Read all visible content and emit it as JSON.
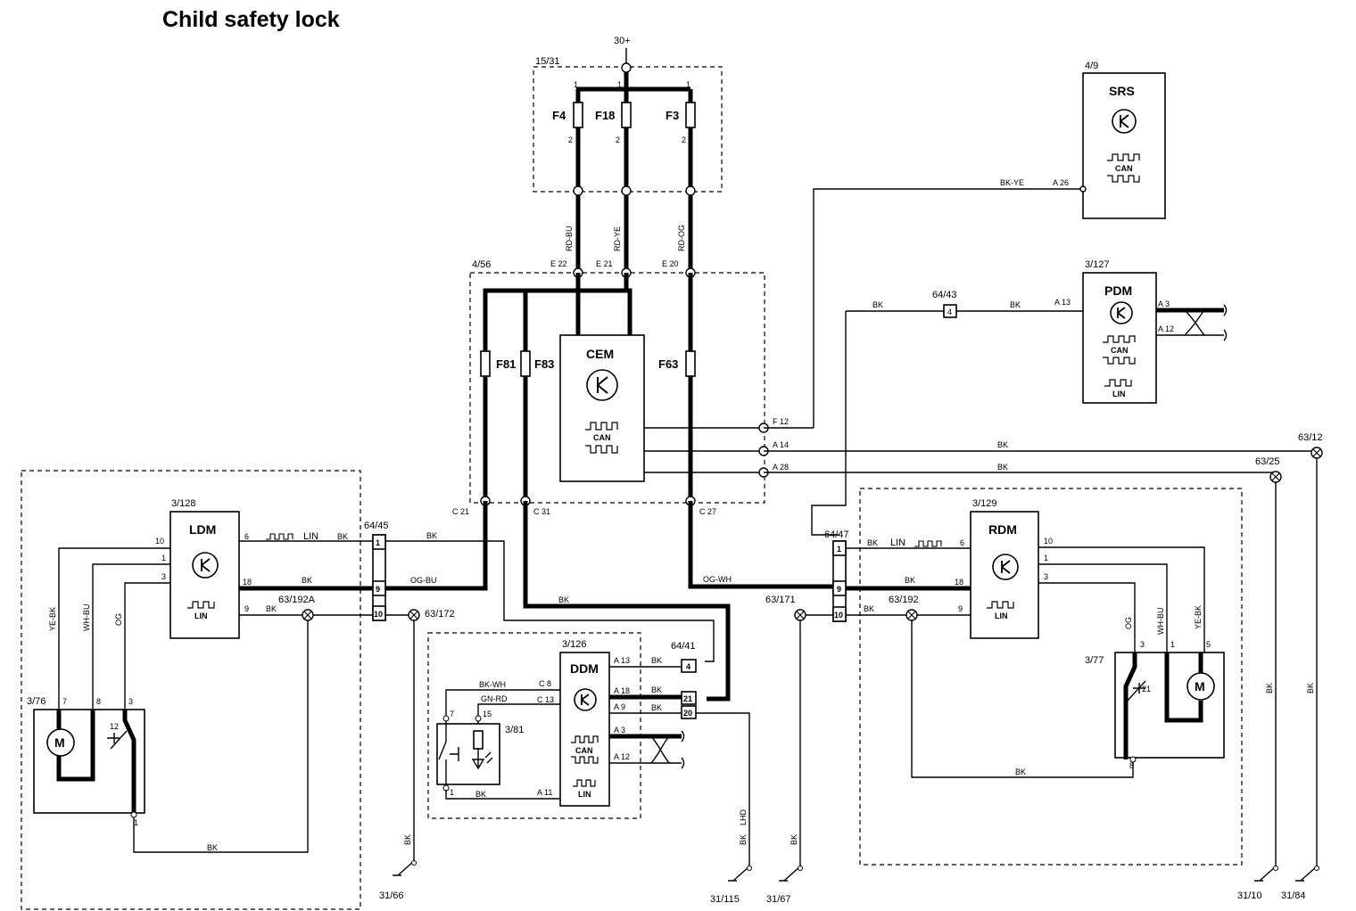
{
  "title": "Child safety lock",
  "supply": "30+",
  "fusebox": {
    "id": "15/31",
    "fuses": [
      "F4",
      "F18",
      "F3"
    ],
    "pin_top": "1",
    "pin_bottom": "2"
  },
  "wires_top": [
    "RD-BU",
    "RD-YE",
    "RD-OG"
  ],
  "cem_box": {
    "id": "4/56",
    "name": "CEM",
    "can": "CAN",
    "pins": [
      "E 22",
      "E 21",
      "E 20",
      "F 12",
      "A 14",
      "A 28",
      "C 21",
      "C 31",
      "C 27"
    ],
    "fuses": [
      "F81",
      "F83",
      "F63"
    ]
  },
  "srs": {
    "id": "4/9",
    "name": "SRS",
    "can": "CAN",
    "pin": "A 26",
    "wire": "BK-YE"
  },
  "pdm": {
    "id": "3/127",
    "name": "PDM",
    "can": "CAN",
    "lin": "LIN",
    "pins": [
      "A 13",
      "A 3",
      "A 12"
    ]
  },
  "conn_64_43": {
    "id": "64/43",
    "pin": "4"
  },
  "ldm": {
    "id": "3/128",
    "name": "LDM",
    "lin": "LIN",
    "pins": [
      "10",
      "1",
      "3",
      "6",
      "18",
      "9"
    ]
  },
  "motor_left": {
    "id": "3/76",
    "pins": [
      "7",
      "8",
      "3",
      "1"
    ],
    "switch": "12"
  },
  "conn_64_45": {
    "id": "64/45",
    "pins": [
      "1",
      "9",
      "10"
    ]
  },
  "ddm": {
    "id": "3/126",
    "name": "DDM",
    "can": "CAN",
    "lin": "LIN",
    "pins": [
      "A 13",
      "C 8",
      "A 18",
      "C 13",
      "A 9",
      "A 3",
      "A 12",
      "A 11"
    ]
  },
  "switch_381": {
    "id": "3/81",
    "pins": [
      "7",
      "15",
      "1"
    ]
  },
  "conn_64_41": {
    "id": "64/41",
    "pins": [
      "4",
      "21",
      "20"
    ]
  },
  "conn_64_47": {
    "id": "64/47",
    "pins": [
      "1",
      "9",
      "10"
    ]
  },
  "rdm": {
    "id": "3/129",
    "name": "RDM",
    "lin": "LIN",
    "pins": [
      "6",
      "10",
      "18",
      "1",
      "9",
      "3"
    ]
  },
  "motor_right": {
    "id": "3/77",
    "pins": [
      "3",
      "1",
      "5",
      "8"
    ],
    "switch": "21"
  },
  "splices": [
    "63/192A",
    "63/172",
    "63/171",
    "63/192",
    "63/12",
    "63/25"
  ],
  "grounds": [
    "31/66",
    "31/115",
    "31/67",
    "31/10",
    "31/84"
  ],
  "wire_labels": {
    "bk": "BK",
    "lin": "LIN",
    "og_bu": "OG-BU",
    "og_wh": "OG-WH",
    "ye_bk": "YE-BK",
    "wh_bu": "WH-BU",
    "og": "OG",
    "bk_wh": "BK-WH",
    "gn_rd": "GN-RD",
    "lhd": "LHD"
  }
}
